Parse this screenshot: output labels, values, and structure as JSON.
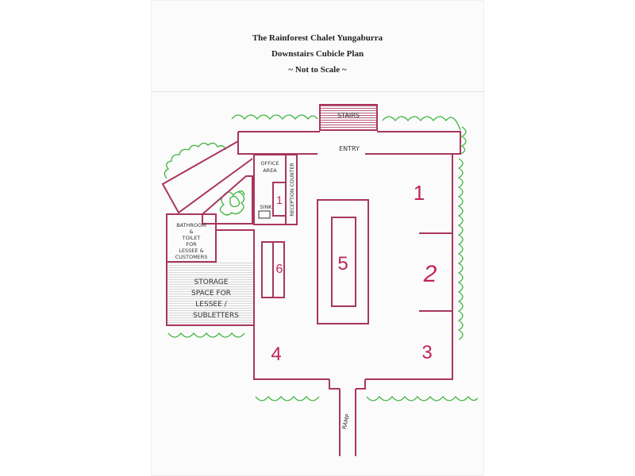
{
  "header": {
    "title": "The Rainforest Chalet Yungaburra",
    "subtitle": "Downstairs Cubicle Plan",
    "note": "~ Not to Scale ~"
  },
  "labels": {
    "stairs": "STAIRS",
    "entry": "ENTRY",
    "office_line1": "OFFICE",
    "office_line2": "AREA",
    "reception": "RECEPTION COUNTER",
    "sink": "SINK",
    "bath_line1": "BATHROOM",
    "bath_line2": "&",
    "bath_line3": "TOILET",
    "bath_line4": "FOR",
    "bath_line5": "LESSEE &",
    "bath_line6": "CUSTOMERS",
    "storage_line1": "STORAGE",
    "storage_line2": "SPACE FOR",
    "storage_line3": "LESSEE /",
    "storage_line4": "SUBLETTERS",
    "ramp": "RAMP"
  },
  "cubicles": {
    "c1": "1",
    "c2": "2",
    "c3": "3",
    "c4": "4",
    "c5": "5",
    "c6": "6",
    "c_small": "1"
  },
  "colors": {
    "wall": "#a8365e",
    "number": "#c2245a",
    "foliage": "#3cb43c",
    "ink": "#333333"
  }
}
